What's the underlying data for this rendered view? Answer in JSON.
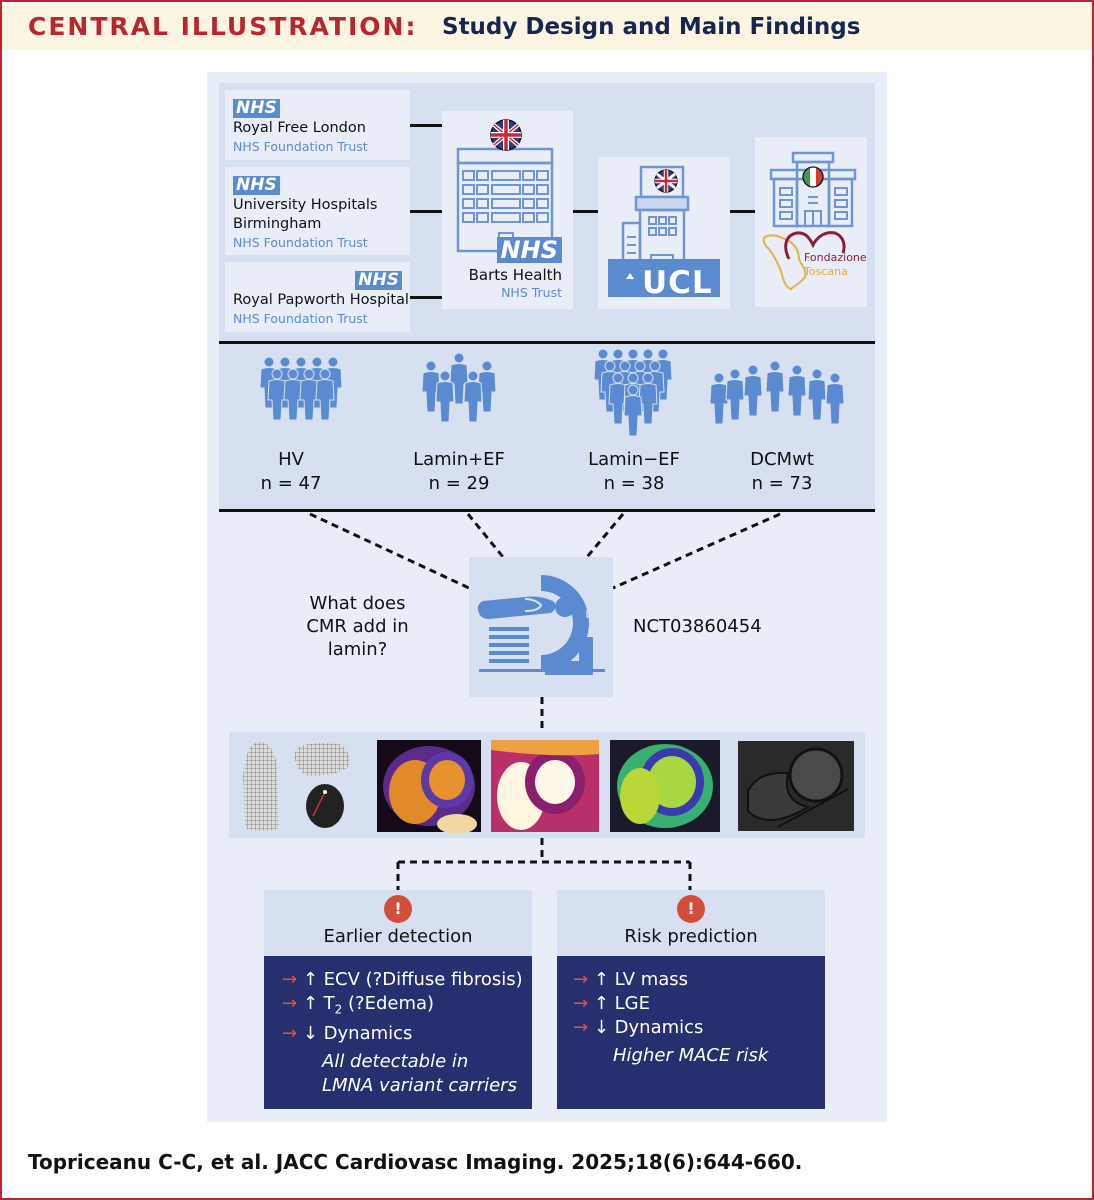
{
  "header": {
    "label": "CENTRAL ILLUSTRATION:",
    "title": "Study Design and Main Findings"
  },
  "centers": {
    "nhs_badge": "NHS",
    "left": [
      {
        "name": "Royal Free London",
        "trust": "NHS Foundation Trust"
      },
      {
        "name_line1": "University Hospitals",
        "name_line2": "Birmingham",
        "trust": "NHS Foundation Trust"
      },
      {
        "name": "Royal Papworth Hospital",
        "trust": "NHS Foundation Trust"
      }
    ],
    "barts": {
      "name": "Barts Health",
      "trust": "NHS Trust"
    },
    "ucl": {
      "logo": "UCL"
    },
    "toscana": {
      "line1": "Fondazione",
      "line2": "Toscana"
    }
  },
  "groups": [
    {
      "name": "HV",
      "n": "n = 47"
    },
    {
      "name": "Lamin+EF",
      "n": "n = 29"
    },
    {
      "name": "Lamin−EF",
      "n": "n = 38"
    },
    {
      "name": "DCMwt",
      "n": "n = 73"
    }
  ],
  "cmr": {
    "question_l1": "What does",
    "question_l2": "CMR add in",
    "question_l3": "lamin?",
    "trial_id": "NCT03860454"
  },
  "images": [
    "3d-lv-mesh",
    "t1-map",
    "t2-map",
    "ecv-map",
    "cine-short-axis"
  ],
  "findings": [
    {
      "title": "Earlier detection",
      "alert": "!",
      "items": [
        {
          "arrow": "→",
          "dir": "↑",
          "text": "ECV (?Diffuse fibrosis)"
        },
        {
          "arrow": "→",
          "dir": "↑",
          "text_pre": "T",
          "text_sub": "2",
          "text_post": " (?Edema)"
        },
        {
          "arrow": "→",
          "dir": "↓",
          "text": "Dynamics"
        }
      ],
      "note_l1": "All detectable in",
      "note_l2": "LMNA variant carriers"
    },
    {
      "title": "Risk prediction",
      "alert": "!",
      "items": [
        {
          "arrow": "→",
          "dir": "↑",
          "text": "LV mass"
        },
        {
          "arrow": "→",
          "dir": "↑",
          "text": "LGE"
        },
        {
          "arrow": "→",
          "dir": "↓",
          "text": "Dynamics"
        }
      ],
      "note_l1": "Higher MACE risk"
    }
  ],
  "citation": "Topriceanu C-C, et al. JACC Cardiovasc Imaging. 2025;18(6):644-660.",
  "colors": {
    "accent_red": "#b7272d",
    "navy": "#26306e",
    "nhs_blue": "#5b8ad0",
    "panel_light": "#e8edf7",
    "panel_mid": "#d6e0f0",
    "alert_red": "#d24e3a"
  }
}
